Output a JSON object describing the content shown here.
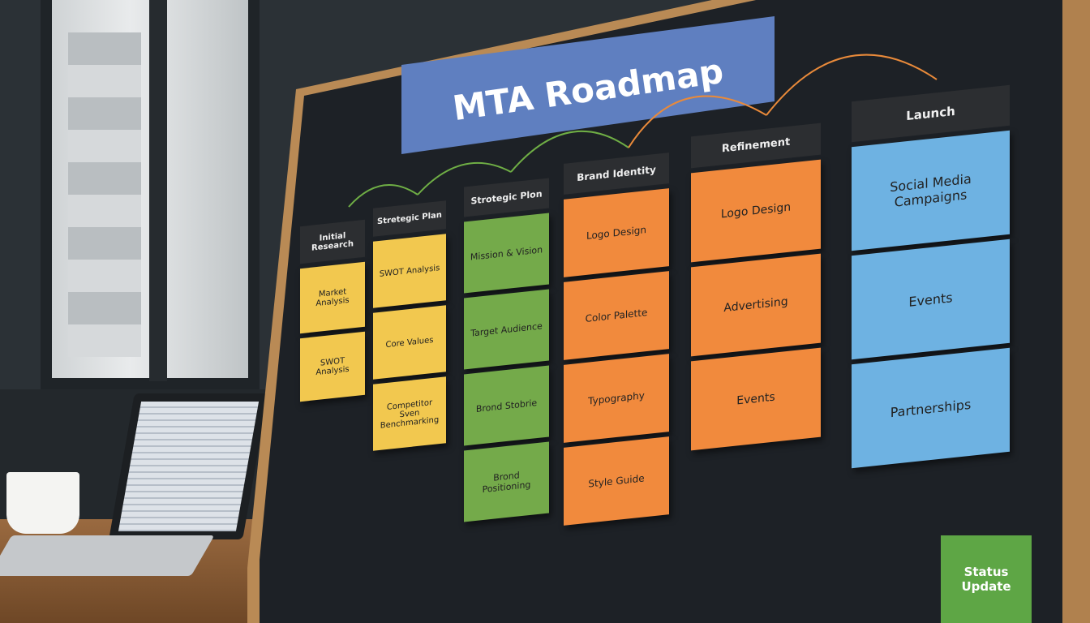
{
  "title": "MTA Roadmap",
  "columns": [
    {
      "header": "Initial Research",
      "notes": [
        "Market Analysis",
        "SWOT Analysis"
      ]
    },
    {
      "header": "Stretegic Plan",
      "notes": [
        "SWOT Analysis",
        "Core Values",
        "Competitor Sven Benchmarking"
      ]
    },
    {
      "header": "Strotegic Plon",
      "notes": [
        "Mission & Vision",
        "Target Audience",
        "Brond Stobrie",
        "Brond Positioning"
      ]
    },
    {
      "header": "Brand Identity",
      "notes": [
        "Logo Design",
        "Color Palette",
        "Typography",
        "Style Guide"
      ]
    },
    {
      "header": "Refinement",
      "notes": [
        "Logo Design",
        "Advertising",
        "Events"
      ]
    },
    {
      "header": "Launch",
      "notes": [
        "Social Media Campaigns",
        "Events",
        "Partnerships"
      ]
    }
  ],
  "status_note": "Status Update"
}
